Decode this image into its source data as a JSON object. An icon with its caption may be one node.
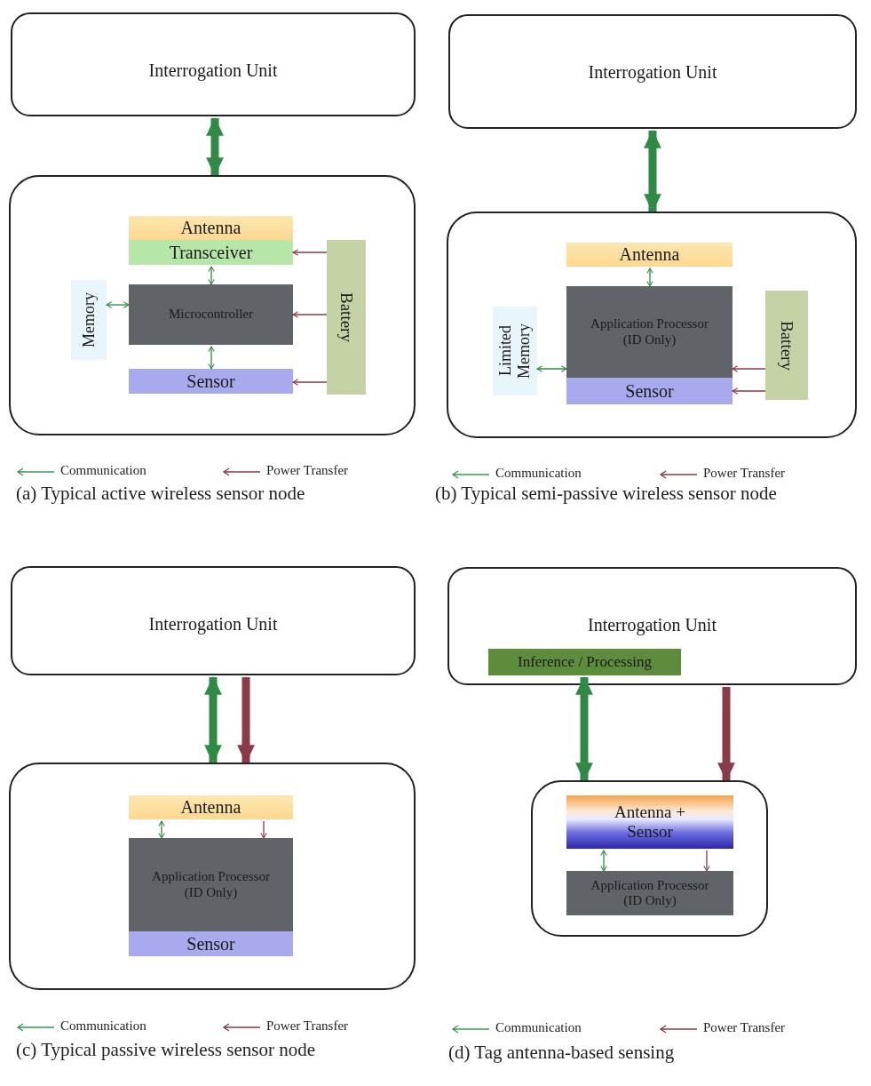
{
  "diagram": {
    "nodes": [
      {
        "text": [
          "Interrogation Unit"
        ]
      },
      {
        "text": [],
        "shape": "box"
      },
      {
        "text": [
          "Antenna"
        ],
        "in": 1
      },
      {
        "text": [
          "Transceiver"
        ],
        "in": 1
      },
      {
        "text": [
          "Memory"
        ],
        "in": 1
      },
      {
        "text": [
          "Microcontroller"
        ],
        "in": 1
      },
      {
        "text": [
          "Battery"
        ],
        "in": 1
      },
      {
        "text": [
          "Sensor"
        ],
        "in": 1
      },
      {
        "text": [
          "Interrogation Unit"
        ]
      },
      {
        "text": [],
        "shape": "box"
      },
      {
        "text": [
          "Antenna"
        ],
        "in": 9
      },
      {
        "text": [
          "Limited Memory"
        ],
        "in": 9
      },
      {
        "text": [
          "Application Processor (ID Only)"
        ],
        "in": 9
      },
      {
        "text": [
          "Battery"
        ],
        "in": 9
      },
      {
        "text": [
          "Sensor"
        ],
        "in": 9
      },
      {
        "text": [
          "Interrogation Unit"
        ]
      },
      {
        "text": [],
        "shape": "box"
      },
      {
        "text": [
          "Antenna"
        ],
        "in": 16
      },
      {
        "text": [
          "Application Processor (ID Only)"
        ],
        "in": 16
      },
      {
        "text": [
          "Sensor"
        ],
        "in": 16
      },
      {
        "text": [
          "Interrogation Unit"
        ]
      },
      {
        "text": [
          "Inference / Processing"
        ],
        "in": 20
      },
      {
        "text": [],
        "shape": "box"
      },
      {
        "text": [
          "Antenna + Sensor"
        ],
        "in": 22
      },
      {
        "text": [
          "Application Processor (ID Only)"
        ],
        "in": 22
      }
    ],
    "edges": [
      {
        "from": 0,
        "to": 1,
        "arrow": "both",
        "style": "thick"
      },
      {
        "from": 3,
        "to": 5,
        "arrow": "both"
      },
      {
        "from": 4,
        "to": 5,
        "arrow": "both"
      },
      {
        "from": 5,
        "to": 7,
        "arrow": "both"
      },
      {
        "from": 6,
        "to": 3,
        "arrow": "to",
        "color": "#8b3a48"
      },
      {
        "from": 6,
        "to": 5,
        "arrow": "to",
        "color": "#8b3a48"
      },
      {
        "from": 6,
        "to": 7,
        "arrow": "to",
        "color": "#8b3a48"
      },
      {
        "from": 8,
        "to": 9,
        "arrow": "both",
        "style": "thick"
      },
      {
        "from": 10,
        "to": 12,
        "arrow": "both"
      },
      {
        "from": 11,
        "to": 12,
        "arrow": "both"
      },
      {
        "from": 13,
        "to": 12,
        "arrow": "to",
        "color": "#8b3a48"
      },
      {
        "from": 13,
        "to": 14,
        "arrow": "to",
        "color": "#8b3a48"
      },
      {
        "from": 15,
        "to": 16,
        "arrow": "both",
        "style": "thick"
      },
      {
        "from": 15,
        "to": 16,
        "arrow": "to",
        "style": "thick",
        "color": "#8b3a48"
      },
      {
        "from": 17,
        "to": 18,
        "arrow": "both"
      },
      {
        "from": 17,
        "to": 18,
        "arrow": "to",
        "color": "#8b3a48"
      },
      {
        "from": 21,
        "to": 22,
        "arrow": "both",
        "style": "thick"
      },
      {
        "from": 20,
        "to": 22,
        "arrow": "to",
        "style": "thick",
        "color": "#8b3a48"
      },
      {
        "from": 23,
        "to": 24,
        "arrow": "both"
      },
      {
        "from": 23,
        "to": 24,
        "arrow": "to",
        "color": "#8b3a48"
      }
    ],
    "labels": [
      "(a) Typical active wireless sensor node",
      "(b) Typical semi-passive wireless sensor node",
      "(c) Typical passive wireless sensor node",
      "(d) Tag antenna-based sensing"
    ],
    "legend": [
      {
        "text": "Communication"
      },
      {
        "text": "Power Transfer"
      },
      {
        "text": "Communication"
      },
      {
        "text": "Power Transfer"
      },
      {
        "text": "Communication"
      },
      {
        "text": "Power Transfer"
      },
      {
        "text": "Communication"
      },
      {
        "text": "Power Transfer"
      }
    ]
  }
}
